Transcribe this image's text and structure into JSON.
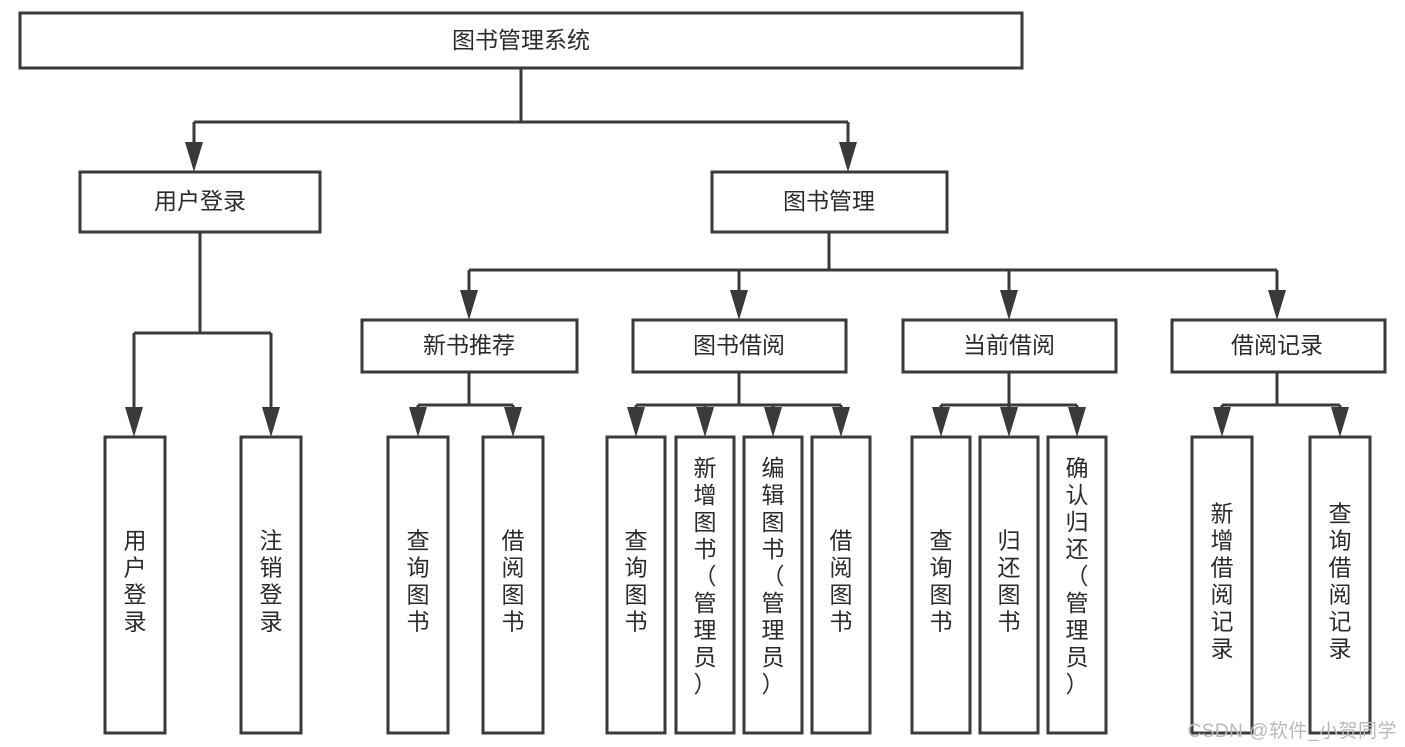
{
  "diagram": {
    "type": "tree-hierarchy-chart",
    "title": "图书管理系统",
    "watermark": "CSDN @软件_小贺同学",
    "colors": {
      "stroke": "#3a3a3a",
      "fill": "#ffffff",
      "text": "#2b2b2b",
      "background": "#ffffff",
      "watermark": "#b9b9b9"
    },
    "nodes": {
      "root": "图书管理系统",
      "level1": [
        "用户登录",
        "图书管理"
      ],
      "level2": [
        "新书推荐",
        "图书借阅",
        "当前借阅",
        "借阅记录"
      ],
      "leaves": {
        "user_login": [
          "用户登录",
          "注销登录"
        ],
        "new_book": [
          "查询图书",
          "借阅图书"
        ],
        "book_borrow": [
          "查询图书",
          "新增图书（管理员）",
          "编辑图书（管理员）",
          "借阅图书"
        ],
        "current_borrow": [
          "查询图书",
          "归还图书",
          "确认归还（管理员）"
        ],
        "borrow_record": [
          "新增借阅记录",
          "查询借阅记录"
        ]
      }
    }
  }
}
